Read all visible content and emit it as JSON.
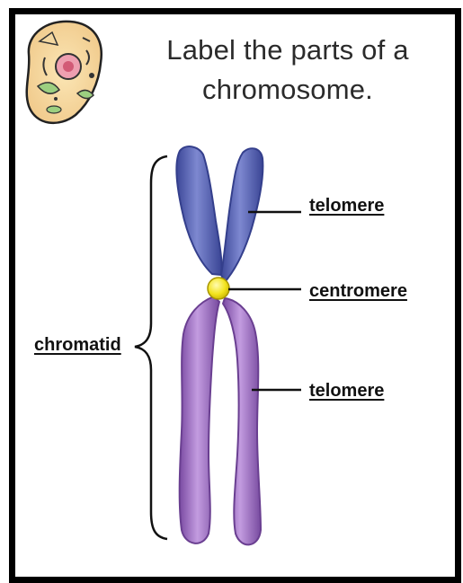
{
  "title": {
    "line1": "Label the parts of a",
    "line2": "chromosome."
  },
  "labels": {
    "telomere_top": "telomere",
    "centromere": "centromere",
    "telomere_bottom": "telomere",
    "chromatid": "chromatid"
  },
  "colors": {
    "frame": "#000000",
    "upper_arms": "#5b67b2",
    "lower_arms": "#9a6cc0",
    "centromere": "#f0e020",
    "leader_lines": "#111111"
  },
  "icons": {
    "cell": "cell-clipart-icon"
  }
}
